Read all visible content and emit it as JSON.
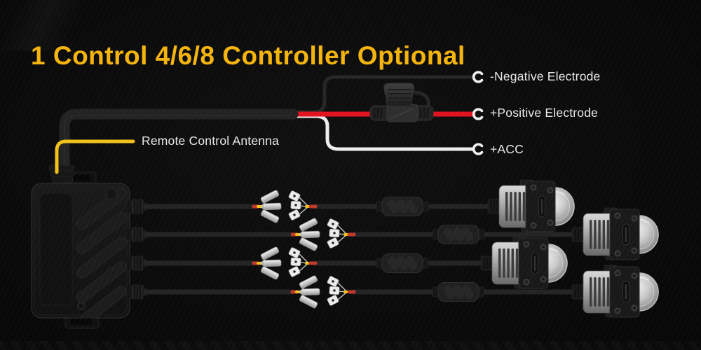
{
  "title": "1 Control 4/6/8 Controller Optional",
  "wire_labels": {
    "negative": "-Negative Electrode",
    "positive": "+Positive Electrode",
    "acc": "+ACC",
    "antenna": "Remote Control Antenna"
  },
  "colors": {
    "background": "#0a0a0a",
    "title_accent": "#f4b40d",
    "label_text": "#e9e9e9",
    "wire_red": "#e31220",
    "wire_white": "#ededed",
    "wire_yellow": "#f2c21a",
    "wire_dark": "#242424",
    "terminal_silver": "#f2f2f2"
  },
  "diagram": {
    "controller_output_count": 4,
    "led_unit_count": 4,
    "splitter_count": 4,
    "inline_driver_count": 4,
    "power_leads": [
      "-Negative Electrode",
      "+Positive Electrode",
      "+ACC"
    ]
  }
}
